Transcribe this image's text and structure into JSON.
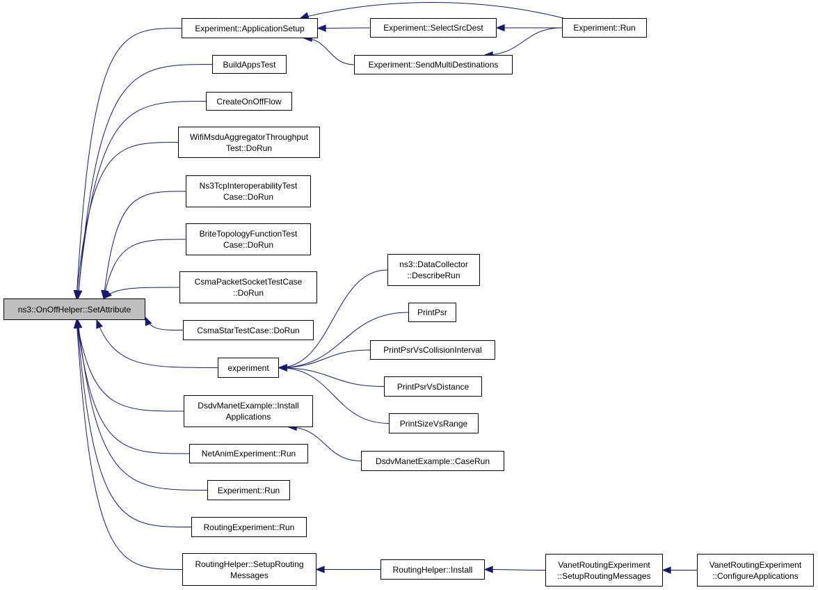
{
  "colors": {
    "edge": "#191970",
    "node_border": "#000000",
    "root_fill": "#bfbfbf",
    "node_fill": "#ffffff"
  },
  "nodes": {
    "root": {
      "lines": [
        "ns3::OnOffHelper::SetAttribute"
      ]
    },
    "app_setup": {
      "lines": [
        "Experiment::ApplicationSetup"
      ]
    },
    "build_apps": {
      "lines": [
        "BuildAppsTest"
      ]
    },
    "create_onoff": {
      "lines": [
        "CreateOnOffFlow"
      ]
    },
    "wifi_msdu": {
      "lines": [
        "WifiMsduAggregatorThroughput",
        "Test::DoRun"
      ]
    },
    "ns3tcp": {
      "lines": [
        "Ns3TcpInteroperabilityTest",
        "Case::DoRun"
      ]
    },
    "brite": {
      "lines": [
        "BriteTopologyFunctionTest",
        "Case::DoRun"
      ]
    },
    "csma_packet": {
      "lines": [
        "CsmaPacketSocketTestCase",
        "::DoRun"
      ]
    },
    "csma_star": {
      "lines": [
        "CsmaStarTestCase::DoRun"
      ]
    },
    "experiment_fn": {
      "lines": [
        "experiment"
      ]
    },
    "dsdv_install": {
      "lines": [
        "DsdvManetExample::Install",
        "Applications"
      ]
    },
    "netanim": {
      "lines": [
        "NetAnimExperiment::Run"
      ]
    },
    "exp_run_left": {
      "lines": [
        "Experiment::Run"
      ]
    },
    "routing_exp": {
      "lines": [
        "RoutingExperiment::Run"
      ]
    },
    "routing_helper_setup": {
      "lines": [
        "RoutingHelper::SetupRouting",
        "Messages"
      ]
    },
    "select_src": {
      "lines": [
        "Experiment::SelectSrcDest"
      ]
    },
    "send_multi": {
      "lines": [
        "Experiment::SendMultiDestinations"
      ]
    },
    "exp_run_right": {
      "lines": [
        "Experiment::Run"
      ]
    },
    "data_collector": {
      "lines": [
        "ns3::DataCollector",
        "::DescribeRun"
      ]
    },
    "print_psr": {
      "lines": [
        "PrintPsr"
      ]
    },
    "print_psr_ci": {
      "lines": [
        "PrintPsrVsCollisionInterval"
      ]
    },
    "print_psr_dist": {
      "lines": [
        "PrintPsrVsDistance"
      ]
    },
    "print_size": {
      "lines": [
        "PrintSizeVsRange"
      ]
    },
    "dsdv_case": {
      "lines": [
        "DsdvManetExample::CaseRun"
      ]
    },
    "routing_install": {
      "lines": [
        "RoutingHelper::Install"
      ]
    },
    "vanet_setup": {
      "lines": [
        "VanetRoutingExperiment",
        "::SetupRoutingMessages"
      ]
    },
    "vanet_config": {
      "lines": [
        "VanetRoutingExperiment",
        "::ConfigureApplications"
      ]
    }
  },
  "edges": [
    [
      "app_setup",
      "root"
    ],
    [
      "build_apps",
      "root"
    ],
    [
      "create_onoff",
      "root"
    ],
    [
      "wifi_msdu",
      "root"
    ],
    [
      "ns3tcp",
      "root"
    ],
    [
      "brite",
      "root"
    ],
    [
      "csma_packet",
      "root"
    ],
    [
      "csma_star",
      "root"
    ],
    [
      "experiment_fn",
      "root"
    ],
    [
      "dsdv_install",
      "root"
    ],
    [
      "netanim",
      "root"
    ],
    [
      "exp_run_left",
      "root"
    ],
    [
      "routing_exp",
      "root"
    ],
    [
      "routing_helper_setup",
      "root"
    ],
    [
      "select_src",
      "app_setup"
    ],
    [
      "send_multi",
      "app_setup"
    ],
    [
      "exp_run_right",
      "app_setup"
    ],
    [
      "exp_run_right",
      "select_src"
    ],
    [
      "exp_run_right",
      "send_multi"
    ],
    [
      "data_collector",
      "experiment_fn"
    ],
    [
      "print_psr",
      "experiment_fn"
    ],
    [
      "print_psr_ci",
      "experiment_fn"
    ],
    [
      "print_psr_dist",
      "experiment_fn"
    ],
    [
      "print_size",
      "experiment_fn"
    ],
    [
      "dsdv_case",
      "dsdv_install"
    ],
    [
      "routing_install",
      "routing_helper_setup"
    ],
    [
      "vanet_setup",
      "routing_install"
    ],
    [
      "vanet_config",
      "vanet_setup"
    ]
  ]
}
